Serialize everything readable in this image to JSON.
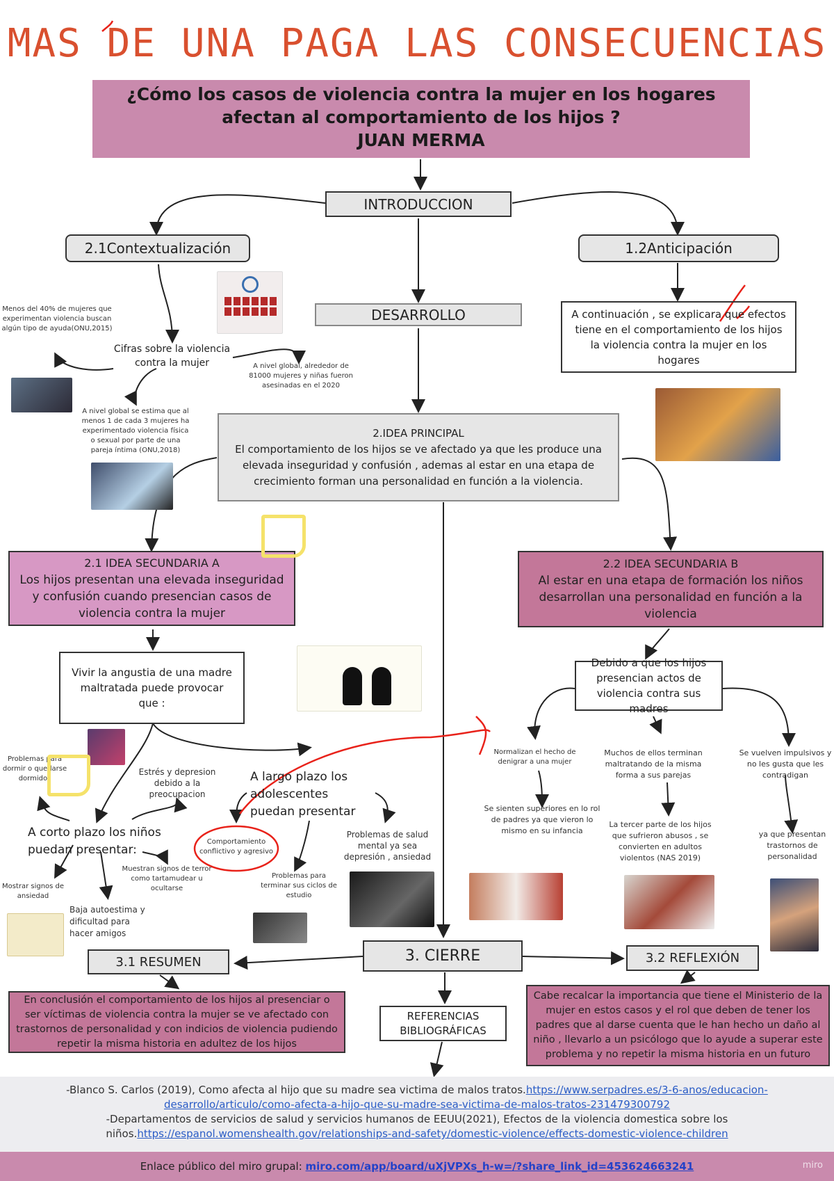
{
  "title": "MAS DE UNA PAGA LAS CONSECUENCIAS",
  "header": {
    "question": "¿Cómo los casos de violencia contra la mujer en los hogares afectan al comportamiento de los hijos ?",
    "author": "JUAN MERMA"
  },
  "nodes": {
    "introduccion": "INTRODUCCION",
    "contextualizacion": "2.1Contextualización",
    "anticipacion": "1.2Anticipación",
    "desarrollo": "DESARROLLO",
    "anticipacion_text": "A continuación , se explicara que efectos tiene en el comportamiento de los hijos la violencia contra la mujer en los hogares",
    "idea_principal_title": "2.IDEA PRINCIPAL",
    "idea_principal_text": "El comportamiento de los hijos se ve afectado ya que les produce una elevada inseguridad y confusión , ademas al estar en una etapa de crecimiento forman una personalidad en función a la violencia.",
    "sec_a_title": "2.1 IDEA SECUNDARIA A",
    "sec_a_text_1": "Los hijos presentan una ",
    "sec_a_text_u1": "elevada inseguridad y",
    "sec_a_text_u2": "confusión",
    "sec_a_text_2": " cuando presencian casos de violencia contra la mujer",
    "sec_b_title": "2.2 IDEA SECUNDARIA B",
    "sec_b_text": "Al estar en una etapa de formación los niños desarrollan una personalidad en función a la violencia",
    "vivir": "Vivir la angustia de una madre maltratada puede provocar que :",
    "debido": "Debido a que los hijos presencian actos de violencia contra sus madres",
    "cierre": "3. CIERRE",
    "resumen": "3.1 RESUMEN",
    "reflexion": "3.2 REFLEXIÓN",
    "referencias": "REFERENCIAS BIBLIOGRÁFICAS",
    "resumen_text_1": "En conclusión el comportamiento de los hijos al presenciar o ser víctimas de violencia contra la mujer se ve afectado con ",
    "resumen_text_u": "trastornos de personalidad",
    "resumen_text_2": " y con indicios de violencia pudiendo repetir la misma historia en adultez de los hijos",
    "reflexion_text": "Cabe recalcar la importancia que tiene el Ministerio de la mujer en estos casos y el rol que deben de tener los padres que al darse cuenta que le han hecho un daño al niño , llevarlo a un psicólogo que lo ayude a superar este problema y no repetir la misma historia en un futuro"
  },
  "small_texts": {
    "menos40": "Menos del 40% de mujeres que experimentan violencia buscan algún tipo de ayuda(ONU,2015)",
    "cifras": "Cifras sobre la violencia contra la mujer",
    "nivel_global_81000": "A nivel global, alrededor de 81000 mujeres y niñas fueron asesinadas en el 2020",
    "nivel_global_1de3": "A nivel global se estima que al menos 1 de cada 3 mujeres ha experimentado violencia física o sexual por parte de una pareja íntima (ONU,2018)",
    "problemas_dormir": "Problemas para dormir o quedarse dormidos",
    "estres": "Estrés y depresion debido a la preocupacion",
    "largo_plazo": "A largo plazo los adolescentes puedan presentar",
    "corto_plazo": "A corto plazo los niños puedan presentar:",
    "comportamiento": "Comportamiento conflictivo y agresivo",
    "problemas_salud": "Problemas de salud mental ya sea depresión , ansiedad",
    "muestran": "Muestran signos de terror como tartamudear u ocultarse",
    "mostrar_ansiedad": "Mostrar signos de ansiedad",
    "baja_autoestima": "Baja autoestima y dificultad para hacer amigos",
    "problemas_ciclos": "Problemas para terminar sus ciclos de estudio",
    "normalizan": "Normalizan el hecho de denigrar a una mujer",
    "muchos": "Muchos de ellos terminan maltratando de la misma forma a sus parejas",
    "impulsivos": "Se vuelven impulsivos y no les gusta que les contradigan",
    "superiores": "Se sienten superiores en lo rol de padres ya que vieron lo mismo en su infancia",
    "tercera": "La tercer parte de los hijos que sufrieron abusos , se convierten en adultos violentos (NAS 2019)",
    "trastornos": "ya que presentan trastornos de personalidad"
  },
  "references": {
    "ref1_text": "-Blanco S. Carlos (2019), Como afecta al hijo que su madre sea victima de malos tratos.",
    "ref1_link_a": "https://www.serpadres.es/3-6-anos/educacion-",
    "ref1_link_b": "desarrollo/articulo/como-afecta-a-hijo-que-su-madre-sea-victima-de-malos-tratos-231479300792",
    "ref2_text_a": "-Departamentos de servicios de salud y servicios humanos de EEUU(2021), Efectos de la violencia domestica sobre los",
    "ref2_text_b": "niños.",
    "ref2_link": "https://espanol.womenshealth.gov/relationships-and-safety/domestic-violence/effects-domestic-violence-children",
    "public_label": "Enlace público del miro grupal:",
    "public_link": "miro.com/app/board/uXjVPXs_h-w=/?share_link_id=453624663241",
    "watermark": "miro"
  },
  "colors": {
    "title": "#d9502f",
    "header_bg": "#c98aad",
    "pink_box": "#d798c4",
    "rose_box": "#c37799",
    "gray_box": "#e6e6e6",
    "annotation_red": "#e8221a",
    "underline_green": "#4caf19",
    "sticky_yellow": "#f5e26a"
  }
}
